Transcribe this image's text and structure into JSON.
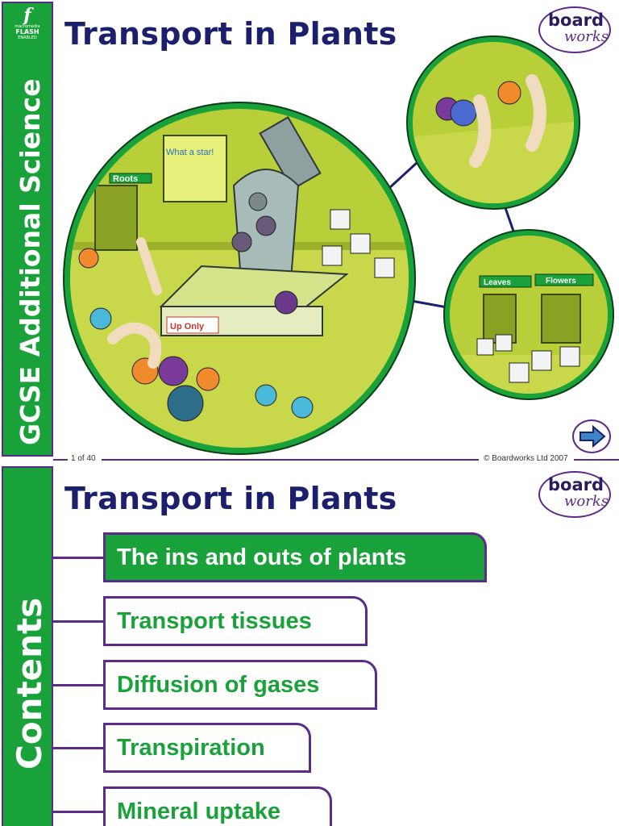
{
  "slide1": {
    "sidebar_text": "GCSE Additional Science",
    "flash_badge": {
      "letter": "f",
      "line1": "macromedia",
      "line2": "FLASH",
      "line3": "ENABLED"
    },
    "title": "Transport in Plants",
    "logo": {
      "word1": "board",
      "word2": "works"
    },
    "illustration": {
      "poster_text": "What a star!",
      "roots_sign": "Roots",
      "up_only_sign": "Up Only",
      "leaves_sign": "Leaves",
      "flowers_sign": "Flowers"
    },
    "footer": {
      "page": "1 of 40",
      "copyright": "© Boardworks Ltd 2007"
    }
  },
  "slide2": {
    "sidebar_text": "Contents",
    "title": "Transport in Plants",
    "logo": {
      "word1": "board",
      "word2": "works"
    },
    "menu": [
      {
        "label": "The ins and outs of plants",
        "active": true
      },
      {
        "label": "Transport tissues",
        "active": false
      },
      {
        "label": "Diffusion of gases",
        "active": false
      },
      {
        "label": "Transpiration",
        "active": false
      },
      {
        "label": "Mineral uptake",
        "active": false
      }
    ]
  },
  "colors": {
    "green": "#1aa23a",
    "purple": "#5c2b89",
    "navy": "#1c1f6b",
    "scene": "#b9cf3a"
  }
}
